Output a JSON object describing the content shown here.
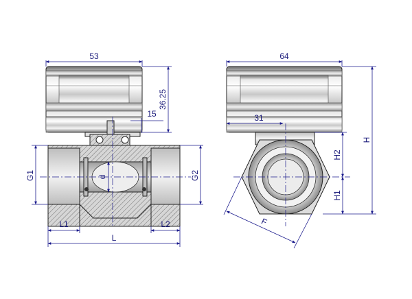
{
  "colors": {
    "housing_gradient_top": "#7a7a7a",
    "housing_gradient_mid": "#f2f2f2",
    "housing_gradient_bottom": "#8a8a8a",
    "body_metal": "#d9d9d9",
    "dimension_lines": "#1a1a8c",
    "outline": "#222222"
  },
  "front_view": {
    "dim_width": "53",
    "dim_actuator_height": "36.25",
    "dim_stem": "15",
    "dim_port_left": "G1",
    "dim_port_right": "G2",
    "dim_bore": "d",
    "dim_thread_left": "L1",
    "dim_thread_right": "L2",
    "dim_length": "L"
  },
  "side_view": {
    "dim_width": "64",
    "dim_offset": "31",
    "dim_total_height": "H",
    "dim_upper_height": "H2",
    "dim_lower_height": "H1",
    "dim_hex": "F"
  }
}
